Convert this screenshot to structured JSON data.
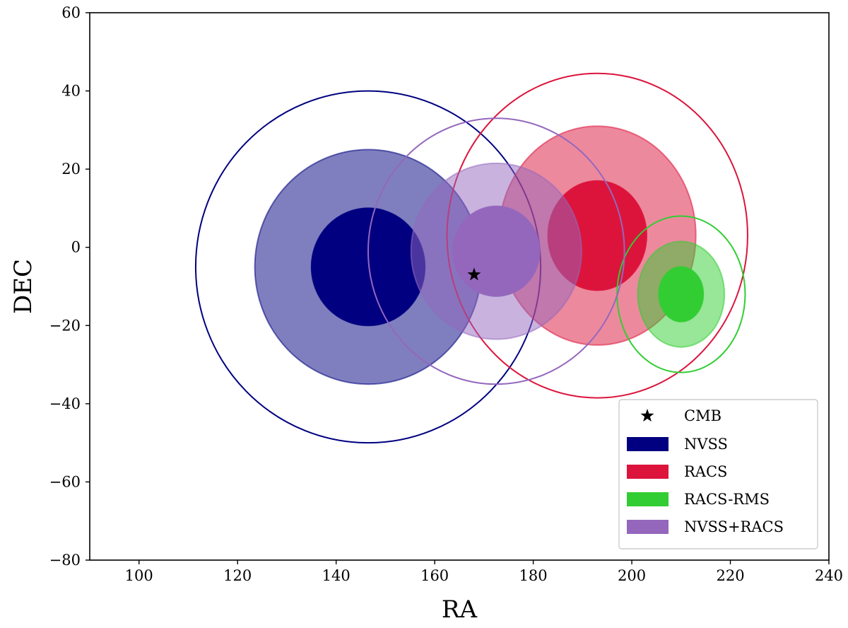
{
  "chart_data": {
    "type": "scatter",
    "title": "",
    "xlabel": "RA",
    "ylabel": "DEC",
    "xlim": [
      90,
      240
    ],
    "ylim": [
      -80,
      60
    ],
    "xticks": [
      100,
      120,
      140,
      160,
      180,
      200,
      220,
      240
    ],
    "yticks": [
      60,
      40,
      20,
      0,
      -20,
      -40,
      -60,
      -80
    ],
    "grid": false,
    "legend_position": "bottom-right",
    "legend": [
      {
        "label": "CMB",
        "kind": "marker",
        "color": "#000000"
      },
      {
        "label": "NVSS",
        "kind": "patch",
        "color": "#000080"
      },
      {
        "label": "RACS",
        "kind": "patch",
        "color": "#dc143c"
      },
      {
        "label": "RACS-RMS",
        "kind": "patch",
        "color": "#32cd32"
      },
      {
        "label": "NVSS+RACS",
        "kind": "patch",
        "color": "#9467bd"
      }
    ],
    "cmb": {
      "ra": 168,
      "dec": -7
    },
    "series": [
      {
        "name": "NVSS",
        "color": "#000080",
        "center": {
          "ra": 146.5,
          "dec": -5
        },
        "contours": [
          {
            "level": 1,
            "ra_halfwidth": 11.5,
            "dec_halfwidth": 15,
            "fill_opacity": 1.0
          },
          {
            "level": 2,
            "ra_halfwidth": 23,
            "dec_halfwidth": 30,
            "fill_opacity": 0.5
          },
          {
            "level": 3,
            "ra_halfwidth": 35,
            "dec_halfwidth": 45,
            "fill_opacity": 0
          }
        ]
      },
      {
        "name": "RACS",
        "color": "#dc143c",
        "center": {
          "ra": 193,
          "dec": 3
        },
        "contours": [
          {
            "level": 1,
            "ra_halfwidth": 10,
            "dec_halfwidth": 14,
            "fill_opacity": 1.0
          },
          {
            "level": 2,
            "ra_halfwidth": 20,
            "dec_halfwidth": 28,
            "fill_opacity": 0.5
          },
          {
            "level": 3,
            "ra_halfwidth": 30.5,
            "dec_halfwidth": 41.5,
            "fill_opacity": 0
          }
        ]
      },
      {
        "name": "RACS-RMS",
        "color": "#32cd32",
        "center": {
          "ra": 210,
          "dec": -12
        },
        "contours": [
          {
            "level": 1,
            "ra_halfwidth": 4.5,
            "dec_halfwidth": 7,
            "fill_opacity": 1.0
          },
          {
            "level": 2,
            "ra_halfwidth": 8.8,
            "dec_halfwidth": 13.5,
            "fill_opacity": 0.5
          },
          {
            "level": 3,
            "ra_halfwidth": 13,
            "dec_halfwidth": 20,
            "fill_opacity": 0
          }
        ]
      },
      {
        "name": "NVSS+RACS",
        "color": "#9467bd",
        "center": {
          "ra": 172.5,
          "dec": -1
        },
        "contours": [
          {
            "level": 1,
            "ra_halfwidth": 8.8,
            "dec_halfwidth": 11.5,
            "fill_opacity": 1.0
          },
          {
            "level": 2,
            "ra_halfwidth": 17.3,
            "dec_halfwidth": 22.5,
            "fill_opacity": 0.5
          },
          {
            "level": 3,
            "ra_halfwidth": 26,
            "dec_halfwidth": 34,
            "fill_opacity": 0
          }
        ]
      }
    ]
  }
}
